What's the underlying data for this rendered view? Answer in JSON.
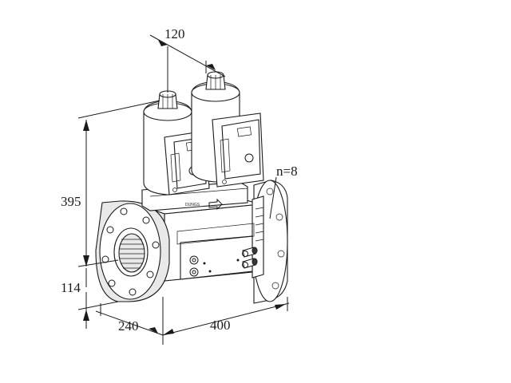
{
  "drawing": {
    "subject": "double solenoid gas valve",
    "dimensions": {
      "top_spacing": "120",
      "height": "395",
      "flange_center": "114",
      "depth": "240",
      "length": "400",
      "bolt_count": "n=8"
    }
  }
}
